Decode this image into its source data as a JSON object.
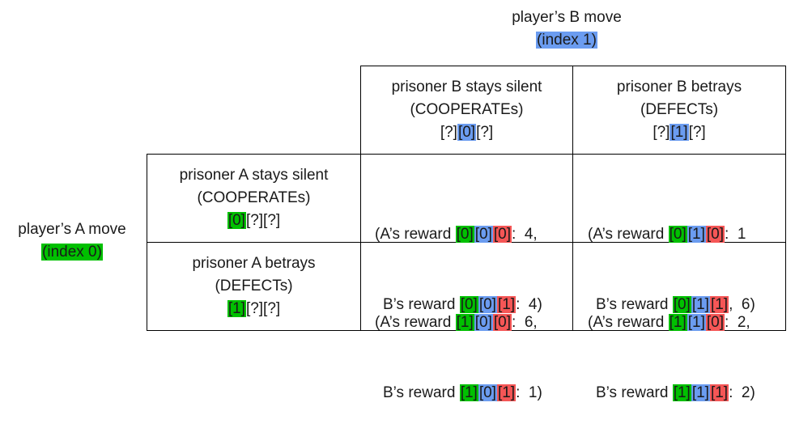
{
  "colors": {
    "index0": "#00c000",
    "index1": "#6b9cf0",
    "index2": "#f55656"
  },
  "player_b": {
    "title": "player’s B move",
    "index": "(index 1)"
  },
  "player_a": {
    "title": "player’s A move",
    "index": "(index 0)"
  },
  "columns": [
    {
      "line1": "prisoner B stays silent",
      "line2": "(COOPERATEs)",
      "pre": "[?]",
      "idx": "[0]",
      "post": "[?]"
    },
    {
      "line1": "prisoner B betrays",
      "line2": "(DEFECTs)",
      "pre": "[?]",
      "idx": "[1]",
      "post": "[?]"
    }
  ],
  "rows": [
    {
      "line1": "prisoner A stays silent",
      "line2": "(COOPERATEs)",
      "idx": "[0]",
      "post": "[?][?]"
    },
    {
      "line1": "prisoner A betrays",
      "line2": "(DEFECTs)",
      "idx": "[1]",
      "post": "[?][?]"
    }
  ],
  "cells": [
    [
      {
        "a_label": "(A’s reward ",
        "a_i0": "[0]",
        "a_i1": "[0]",
        "a_i2": "[0]",
        "a_val": ":  4,",
        "b_label": "B’s reward ",
        "b_i0": "[0]",
        "b_i1": "[0]",
        "b_i2": "[1]",
        "b_val": ":  4)"
      },
      {
        "a_label": "(A’s reward ",
        "a_i0": "[0]",
        "a_i1": "[1]",
        "a_i2": "[0]",
        "a_val": ":  1",
        "b_label": "B’s reward ",
        "b_i0": "[0]",
        "b_i1": "[1]",
        "b_i2": "[1]",
        "b_val": ",  6)"
      }
    ],
    [
      {
        "a_label": "(A’s reward ",
        "a_i0": "[1]",
        "a_i1": "[0]",
        "a_i2": "[0]",
        "a_val": ":  6,",
        "b_label": "B’s reward ",
        "b_i0": "[1]",
        "b_i1": "[0]",
        "b_i2": "[1]",
        "b_val": ":  1)"
      },
      {
        "a_label": "(A’s reward ",
        "a_i0": "[1]",
        "a_i1": "[1]",
        "a_i2": "[0]",
        "a_val": ":  2,",
        "b_label": "B’s reward ",
        "b_i0": "[1]",
        "b_i1": "[1]",
        "b_i2": "[1]",
        "b_val": ":  2)"
      }
    ]
  ]
}
